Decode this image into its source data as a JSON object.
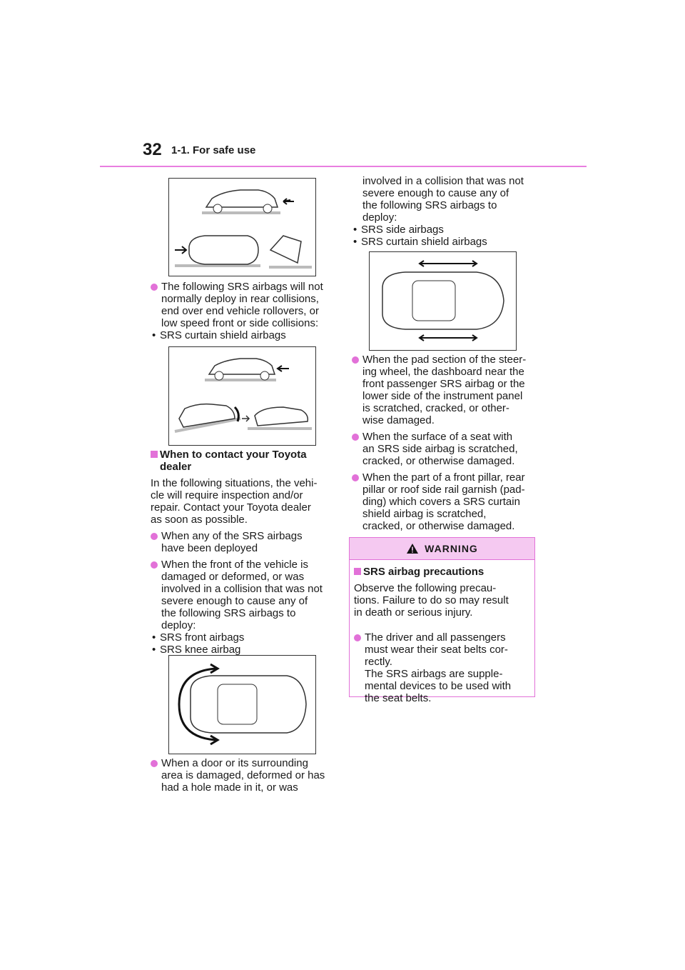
{
  "header": {
    "page_number": "32",
    "section": "1-1. For safe use"
  },
  "left": {
    "b1_lines": [
      "The following SRS airbags will not",
      "normally deploy in rear collisions,",
      "end over end vehicle rollovers, or",
      "low speed front or side collisions:"
    ],
    "b1_sub": "SRS curtain shield airbags",
    "heading_lines": [
      "When to contact your Toyota",
      "dealer"
    ],
    "intro_lines": [
      "In the following situations, the vehi-",
      "cle will require inspection and/or",
      "repair. Contact your Toyota dealer",
      "as soon as possible."
    ],
    "b2_lines": [
      "When any of the SRS airbags",
      "have been deployed"
    ],
    "b3_lines": [
      "When the front of the vehicle is",
      "damaged or deformed, or was",
      "involved in a collision that was not",
      "severe enough to cause any of",
      "the following SRS airbags to",
      "deploy:"
    ],
    "b3_subs": [
      "SRS front airbags",
      "SRS knee airbag"
    ],
    "b4_lines": [
      "When a door or its surrounding",
      "area is damaged, deformed or has",
      "had a hole made in it, or was"
    ]
  },
  "right": {
    "cont_lines": [
      "involved in a collision that was not",
      "severe enough to cause any of",
      "the following SRS airbags to",
      "deploy:"
    ],
    "cont_subs": [
      "SRS side airbags",
      "SRS curtain shield airbags"
    ],
    "b5_lines": [
      "When the pad section of the steer-",
      "ing wheel, the dashboard near the",
      "front passenger SRS airbag or the",
      "lower side of the instrument panel",
      "is scratched, cracked, or other-",
      "wise damaged."
    ],
    "b6_lines": [
      "When the surface of a seat with",
      "an SRS side airbag is scratched,",
      "cracked, or otherwise damaged."
    ],
    "b7_lines": [
      "When the part of a front pillar, rear",
      "pillar or roof side rail garnish (pad-",
      "ding) which covers a SRS curtain",
      "shield airbag is scratched,",
      "cracked, or otherwise damaged."
    ]
  },
  "warning": {
    "title": "WARNING",
    "heading": "SRS airbag precautions",
    "intro_lines": [
      "Observe the following precau-",
      "tions. Failure to do so may result",
      "in death or serious injury."
    ],
    "b1_lines": [
      "The driver and all passengers",
      "must wear their seat belts cor-",
      "rectly.",
      "The SRS airbags are supple-",
      "mental devices to be used with",
      "the seat belts."
    ]
  },
  "colors": {
    "accent": "#e271d8",
    "warning_bg": "#f5c9f1",
    "rule": "#e87ee0"
  }
}
